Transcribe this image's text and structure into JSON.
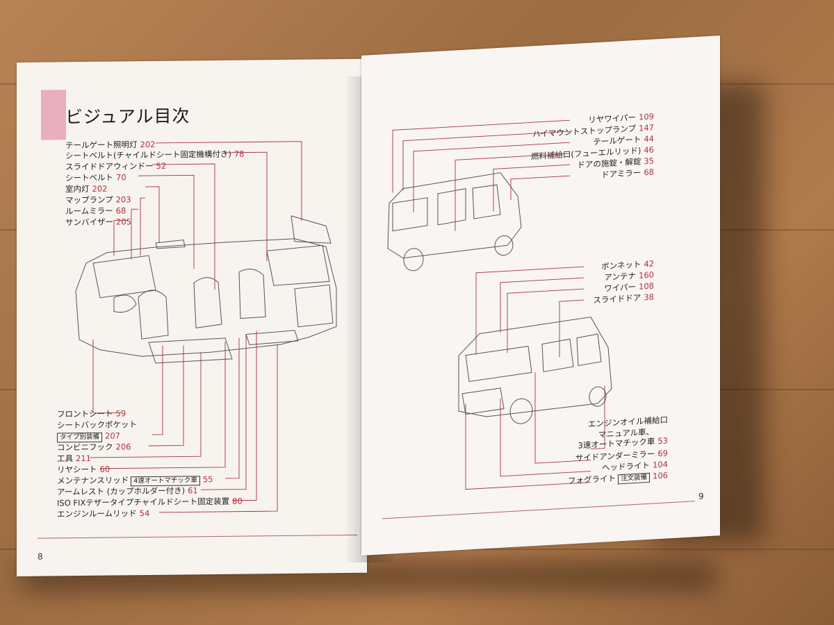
{
  "left_page": {
    "title": "ビジュアル目次",
    "page_number": "8",
    "top_labels": [
      {
        "label": "テールゲート照明灯",
        "page": "202"
      },
      {
        "label": "シートベルト(チャイルドシート固定機構付き)",
        "page": "78"
      },
      {
        "label": "スライドドアウィンドー",
        "page": "52"
      },
      {
        "label": "シートベルト",
        "page": "70"
      },
      {
        "label": "室内灯",
        "page": "202"
      },
      {
        "label": "マップランプ",
        "page": "203"
      },
      {
        "label": "ルームミラー",
        "page": "68"
      },
      {
        "label": "サンバイザー",
        "page": "205"
      }
    ],
    "bottom_labels": [
      {
        "label": "フロントシート",
        "page": "59",
        "tag": ""
      },
      {
        "label": "シートバックポケット",
        "page": "",
        "tag": ""
      },
      {
        "label": "",
        "page": "207",
        "tag": "タイプ別装備"
      },
      {
        "label": "コンビニフック",
        "page": "206",
        "tag": ""
      },
      {
        "label": "工具",
        "page": "211",
        "tag": ""
      },
      {
        "label": "リヤシート",
        "page": "60",
        "tag": ""
      },
      {
        "label": "メンテナンスリッド",
        "page": "55",
        "tag": "4速オートマチック車"
      },
      {
        "label": "アームレスト (カップホルダー付き)",
        "page": "61",
        "tag": ""
      },
      {
        "label": "ISO FIXテザータイプチャイルドシート固定装置",
        "page": "80",
        "tag": ""
      },
      {
        "label": "エンジンルームリッド",
        "page": "54",
        "tag": ""
      }
    ]
  },
  "right_page": {
    "page_number": "9",
    "rear_labels": [
      {
        "label": "リヤワイパー",
        "page": "109"
      },
      {
        "label": "ハイマウントストップランプ",
        "page": "147"
      },
      {
        "label": "テールゲート",
        "page": "44"
      },
      {
        "label": "燃料補給口(フューエルリッド)",
        "page": "46"
      },
      {
        "label": "ドアの施錠・解錠",
        "page": "35"
      },
      {
        "label": "ドアミラー",
        "page": "68"
      }
    ],
    "front_labels": [
      {
        "label": "ボンネット",
        "page": "42"
      },
      {
        "label": "アンテナ",
        "page": "160"
      },
      {
        "label": "ワイパー",
        "page": "108"
      },
      {
        "label": "スライドドア",
        "page": "38"
      }
    ],
    "bottom_labels": [
      {
        "label": "エンジンオイル補給口",
        "page": "",
        "tag": ""
      },
      {
        "label": "マニュアル車、",
        "page": "",
        "tag": ""
      },
      {
        "label": "3速オートマチック車",
        "page": "53",
        "tag": ""
      },
      {
        "label": "サイドアンダーミラー",
        "page": "69",
        "tag": ""
      },
      {
        "label": "ヘッドライト",
        "page": "104",
        "tag": ""
      },
      {
        "label": "フォグライト",
        "page": "106",
        "tag": "注文装備"
      }
    ]
  }
}
